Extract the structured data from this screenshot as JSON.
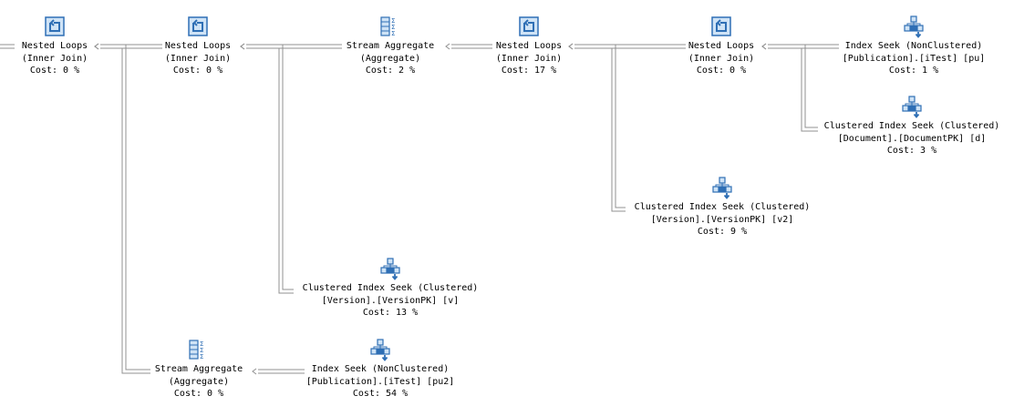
{
  "colors": {
    "connector": "#909090",
    "icon_blue": "#2f6fb5",
    "icon_light": "#cfe3f6",
    "text": "#000000"
  },
  "operators": [
    {
      "id": "n1",
      "icon": "nested-loops-icon",
      "line1": "Nested Loops",
      "line2": "(Inner Join)",
      "line3": "Cost: 0 %"
    },
    {
      "id": "n2",
      "icon": "nested-loops-icon",
      "line1": "Nested Loops",
      "line2": "(Inner Join)",
      "line3": "Cost: 0 %"
    },
    {
      "id": "n3",
      "icon": "stream-aggregate-icon",
      "line1": "Stream Aggregate",
      "line2": "(Aggregate)",
      "line3": "Cost: 2 %"
    },
    {
      "id": "n4",
      "icon": "nested-loops-icon",
      "line1": "Nested Loops",
      "line2": "(Inner Join)",
      "line3": "Cost: 17 %"
    },
    {
      "id": "n5",
      "icon": "nested-loops-icon",
      "line1": "Nested Loops",
      "line2": "(Inner Join)",
      "line3": "Cost: 0 %"
    },
    {
      "id": "n6",
      "icon": "index-seek-icon",
      "line1": "Index Seek (NonClustered)",
      "line2": "[Publication].[iTest] [pu]",
      "line3": "Cost: 1 %"
    },
    {
      "id": "n7",
      "icon": "index-seek-icon",
      "line1": "Clustered Index Seek (Clustered)",
      "line2": "[Document].[DocumentPK] [d]",
      "line3": "Cost: 3 %"
    },
    {
      "id": "n8",
      "icon": "index-seek-icon",
      "line1": "Clustered Index Seek (Clustered)",
      "line2": "[Version].[VersionPK] [v2]",
      "line3": "Cost: 9 %"
    },
    {
      "id": "n9",
      "icon": "index-seek-icon",
      "line1": "Clustered Index Seek (Clustered)",
      "line2": "[Version].[VersionPK] [v]",
      "line3": "Cost: 13 %"
    },
    {
      "id": "n10",
      "icon": "stream-aggregate-icon",
      "line1": "Stream Aggregate",
      "line2": "(Aggregate)",
      "line3": "Cost: 0 %"
    },
    {
      "id": "n11",
      "icon": "index-seek-icon",
      "line1": "Index Seek (NonClustered)",
      "line2": "[Publication].[iTest] [pu2]",
      "line3": "Cost: 54 %"
    }
  ]
}
